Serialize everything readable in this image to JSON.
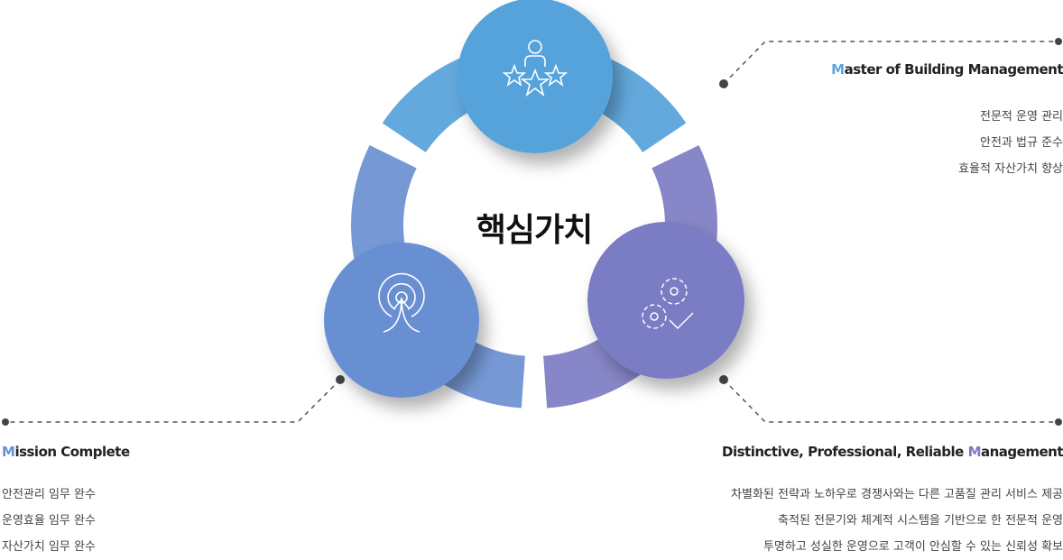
{
  "center_title": "핵심가치",
  "colors": {
    "top": "#56a3db",
    "left": "#678fd2",
    "right": "#7a7bc4"
  },
  "sections": [
    {
      "accent": "M",
      "title_rest": "aster of Building Management",
      "lines": [
        "전문적 운영 관리",
        "안전과 법규 준수",
        "효율적 자산가치 향상"
      ],
      "icon": "person-stars-icon"
    },
    {
      "accent": "M",
      "title_rest": "ission Complete",
      "lines": [
        "안전관리 임무 완수",
        "운영효율 임무 완수",
        "자산가치 임무 완수"
      ],
      "icon": "target-arrow-icon"
    },
    {
      "title_pre": "Distinctive, Professional, Reliable ",
      "accent": "M",
      "title_rest": "anagement",
      "lines": [
        "차별화된 전략과 노하우로 경쟁사와는 다른 고품질 관리 서비스 제공",
        "축적된 전문기와 체계적 시스템을 기반으로 한 전문적 운영",
        "투명하고 성실한 운영으로 고객이 안심할 수 있는 신뢰성 확보"
      ],
      "icon": "gears-check-icon"
    }
  ]
}
